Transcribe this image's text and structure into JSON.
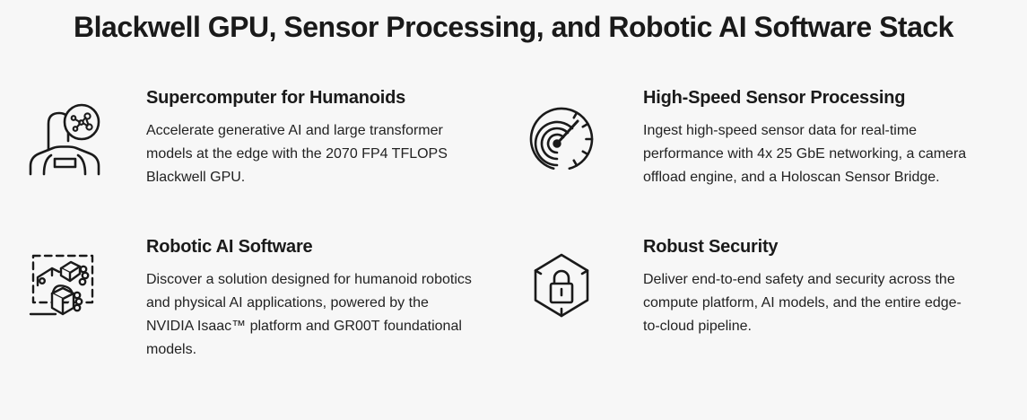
{
  "section": {
    "title": "Blackwell GPU, Sensor Processing, and Robotic AI Software Stack"
  },
  "features": [
    {
      "icon": "humanoid-robot-ai-icon",
      "title": "Supercomputer for Humanoids",
      "description": "Accelerate generative AI and large transformer models at the edge with the 2070 FP4 TFLOPS Blackwell GPU."
    },
    {
      "icon": "speedometer-gauge-icon",
      "title": "High-Speed Sensor Processing",
      "description": "Ingest high-speed sensor data for real-time performance with 4x 25 GbE networking, a camera offload engine, and a Holoscan Sensor Bridge."
    },
    {
      "icon": "robotic-gripper-boxes-icon",
      "title": "Robotic AI Software",
      "description": "Discover a solution designed for humanoid robotics and physical AI applications, powered by the NVIDIA Isaac™ platform and GR00T foundational models."
    },
    {
      "icon": "hexagon-padlock-icon",
      "title": "Robust Security",
      "description": "Deliver end-to-end safety and security across the compute platform, AI models, and the entire edge-to-cloud pipeline."
    }
  ],
  "colors": {
    "background": "#f7f7f7",
    "heading_text": "#1a1a1a",
    "body_text": "#222222",
    "icon_stroke": "#1a1a1a"
  }
}
